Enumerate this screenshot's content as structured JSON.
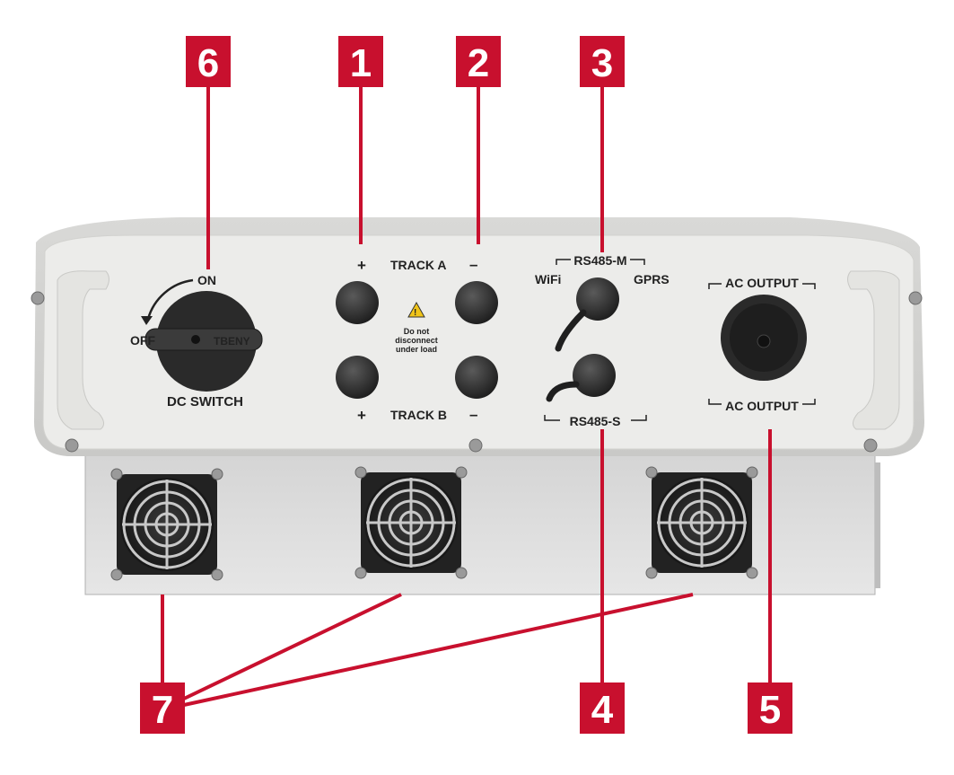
{
  "device": {
    "switch": {
      "on_label": "ON",
      "off_label": "OFF",
      "name_label": "DC SWITCH",
      "brand": "TBENY"
    },
    "track_a": {
      "plus": "+",
      "label": "TRACK A",
      "minus": "–"
    },
    "track_b": {
      "plus": "+",
      "label": "TRACK B",
      "minus": "–"
    },
    "warning": {
      "icon": "warning-triangle-icon",
      "line1": "Do not",
      "line2": "disconnect",
      "line3": "under load"
    },
    "rs485_m": {
      "label": "RS485-M",
      "left": "WiFi",
      "right": "GPRS"
    },
    "rs485_s": {
      "label": "RS485-S"
    },
    "ac_output": {
      "top_label": "AC OUTPUT",
      "bottom_label": "AC OUTPUT"
    }
  },
  "callouts": [
    {
      "number": "1"
    },
    {
      "number": "2"
    },
    {
      "number": "3"
    },
    {
      "number": "4"
    },
    {
      "number": "5"
    },
    {
      "number": "6"
    },
    {
      "number": "7"
    }
  ],
  "colors": {
    "badge": "#c8102e",
    "panel": "#ececea",
    "housing": "#dcdcdc",
    "connector": "#262626"
  }
}
